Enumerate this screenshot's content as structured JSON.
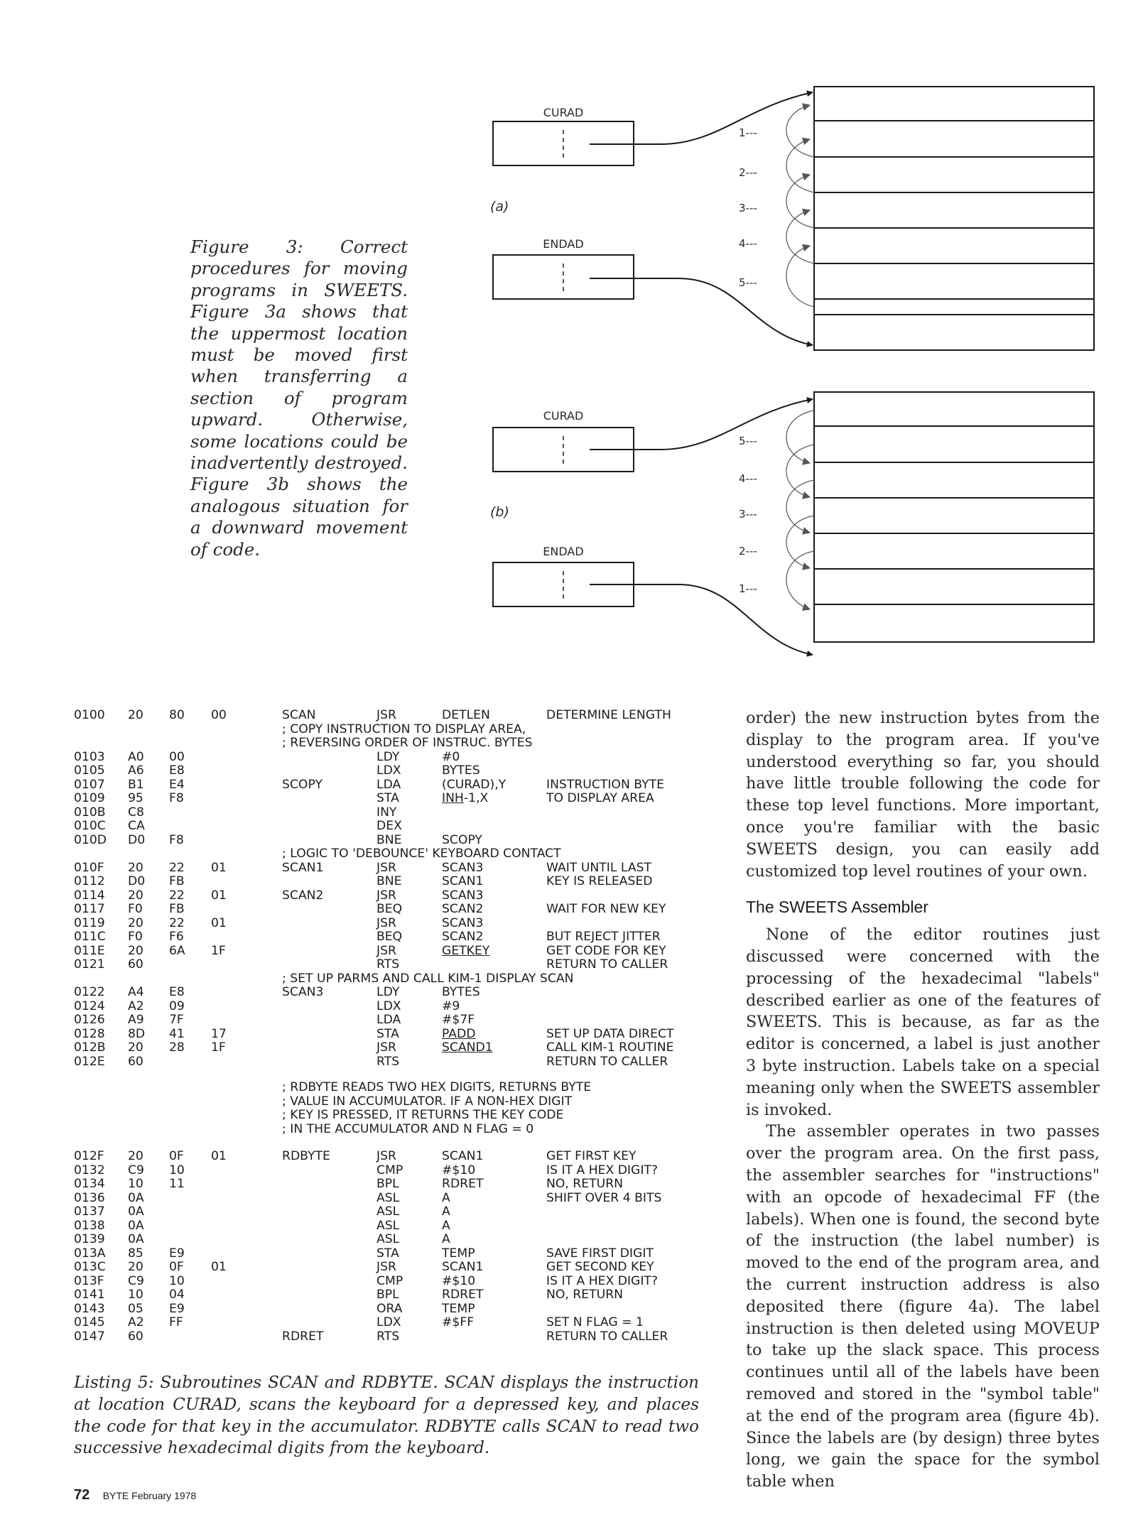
{
  "figure3": {
    "caption": "Figure 3: Correct procedures for moving programs in SWEETS. Figure 3a shows that the uppermost location must be moved first when transferring a section of program upward. Otherwise, some locations could be inadvertently destroyed. Figure 3b shows the analogous situation for a downward movement of code.",
    "panel_a": {
      "label": "(a)",
      "top_box_label": "CURAD",
      "bottom_box_label": "ENDAD",
      "step_labels": [
        "1---",
        "2---",
        "3---",
        "4---",
        "5---"
      ]
    },
    "panel_b": {
      "label": "(b)",
      "top_box_label": "CURAD",
      "bottom_box_label": "ENDAD",
      "step_labels": [
        "5---",
        "4---",
        "3---",
        "2---",
        "1---"
      ]
    }
  },
  "listing": {
    "rows": [
      {
        "addr": "0100",
        "b1": "20",
        "b2": "80",
        "b3": "00",
        "label": "SCAN",
        "op": "JSR",
        "operand": "DETLEN",
        "comment": "DETERMINE LENGTH"
      },
      {
        "full": "; COPY INSTRUCTION TO DISPLAY AREA,"
      },
      {
        "full": "; REVERSING ORDER OF INSTRUC. BYTES"
      },
      {
        "addr": "0103",
        "b1": "A0",
        "b2": "00",
        "op": "LDY",
        "operand": "#0"
      },
      {
        "addr": "0105",
        "b1": "A6",
        "b2": "E8",
        "op": "LDX",
        "operand": "BYTES"
      },
      {
        "addr": "0107",
        "b1": "B1",
        "b2": "E4",
        "label": "SCOPY",
        "op": "LDA",
        "operand": "(CURAD),Y",
        "comment": "INSTRUCTION BYTE"
      },
      {
        "addr": "0109",
        "b1": "95",
        "b2": "F8",
        "op": "STA",
        "operand": "INH-1,X",
        "operand_u": "INH",
        "operand_rest": "-1,X",
        "comment": "TO DISPLAY AREA"
      },
      {
        "addr": "010B",
        "b1": "C8",
        "op": "INY"
      },
      {
        "addr": "010C",
        "b1": "CA",
        "op": "DEX"
      },
      {
        "addr": "010D",
        "b1": "D0",
        "b2": "F8",
        "op": "BNE",
        "operand": "SCOPY"
      },
      {
        "full": "; LOGIC TO 'DEBOUNCE' KEYBOARD CONTACT"
      },
      {
        "addr": "010F",
        "b1": "20",
        "b2": "22",
        "b3": "01",
        "label": "SCAN1",
        "op": "JSR",
        "operand": "SCAN3",
        "comment": "WAIT UNTIL LAST"
      },
      {
        "addr": "0112",
        "b1": "D0",
        "b2": "FB",
        "op": "BNE",
        "operand": "SCAN1",
        "comment": "KEY IS RELEASED"
      },
      {
        "addr": "0114",
        "b1": "20",
        "b2": "22",
        "b3": "01",
        "label": "SCAN2",
        "op": "JSR",
        "operand": "SCAN3"
      },
      {
        "addr": "0117",
        "b1": "F0",
        "b2": "FB",
        "op": "BEQ",
        "operand": "SCAN2",
        "comment": "WAIT FOR NEW KEY"
      },
      {
        "addr": "0119",
        "b1": "20",
        "b2": "22",
        "b3": "01",
        "op": "JSR",
        "operand": "SCAN3"
      },
      {
        "addr": "011C",
        "b1": "F0",
        "b2": "F6",
        "op": "BEQ",
        "operand": "SCAN2",
        "comment": "BUT REJECT JITTER"
      },
      {
        "addr": "011E",
        "b1": "20",
        "b2": "6A",
        "b3": "1F",
        "op": "JSR",
        "operand": "GETKEY",
        "underline": true,
        "comment": "GET CODE FOR KEY"
      },
      {
        "addr": "0121",
        "b1": "60",
        "op": "RTS",
        "comment": "RETURN TO CALLER"
      },
      {
        "full": "; SET UP PARMS AND CALL KIM-1 DISPLAY SCAN"
      },
      {
        "addr": "0122",
        "b1": "A4",
        "b2": "E8",
        "label": "SCAN3",
        "op": "LDY",
        "operand": "BYTES"
      },
      {
        "addr": "0124",
        "b1": "A2",
        "b2": "09",
        "op": "LDX",
        "operand": "#9"
      },
      {
        "addr": "0126",
        "b1": "A9",
        "b2": "7F",
        "op": "LDA",
        "operand": "#$7F"
      },
      {
        "addr": "0128",
        "b1": "8D",
        "b2": "41",
        "b3": "17",
        "op": "STA",
        "operand": "PADD",
        "underline": true,
        "comment": "SET UP DATA DIRECT"
      },
      {
        "addr": "012B",
        "b1": "20",
        "b2": "28",
        "b3": "1F",
        "op": "JSR",
        "operand": "SCAND1",
        "underline": true,
        "comment": "CALL KIM-1 ROUTINE"
      },
      {
        "addr": "012E",
        "b1": "60",
        "op": "RTS",
        "comment": "RETURN TO CALLER"
      },
      {
        "gap": true
      },
      {
        "full": "; RDBYTE READS TWO HEX DIGITS, RETURNS BYTE"
      },
      {
        "full": "; VALUE IN ACCUMULATOR.  IF A NON-HEX DIGIT"
      },
      {
        "full": "; KEY IS PRESSED, IT RETURNS THE KEY CODE"
      },
      {
        "full": "; IN THE ACCUMULATOR AND N FLAG = 0"
      },
      {
        "gap2": true
      },
      {
        "addr": "012F",
        "b1": "20",
        "b2": "0F",
        "b3": "01",
        "label": "RDBYTE",
        "op": "JSR",
        "operand": "SCAN1",
        "comment": "GET FIRST KEY"
      },
      {
        "addr": "0132",
        "b1": "C9",
        "b2": "10",
        "op": "CMP",
        "operand": "#$10",
        "comment": "IS IT A HEX DIGIT?"
      },
      {
        "addr": "0134",
        "b1": "10",
        "b2": "11",
        "op": "BPL",
        "operand": "RDRET",
        "comment": "NO, RETURN"
      },
      {
        "addr": "0136",
        "b1": "0A",
        "op": "ASL",
        "operand": "A",
        "comment": "SHIFT OVER 4 BITS"
      },
      {
        "addr": "0137",
        "b1": "0A",
        "op": "ASL",
        "operand": "A"
      },
      {
        "addr": "0138",
        "b1": "0A",
        "op": "ASL",
        "operand": "A"
      },
      {
        "addr": "0139",
        "b1": "0A",
        "op": "ASL",
        "operand": "A"
      },
      {
        "addr": "013A",
        "b1": "85",
        "b2": "E9",
        "op": "STA",
        "operand": "TEMP",
        "comment": "SAVE FIRST DIGIT"
      },
      {
        "addr": "013C",
        "b1": "20",
        "b2": "0F",
        "b3": "01",
        "op": "JSR",
        "operand": "SCAN1",
        "comment": "GET SECOND KEY"
      },
      {
        "addr": "013F",
        "b1": "C9",
        "b2": "10",
        "op": "CMP",
        "operand": "#$10",
        "comment": "IS IT A HEX DIGIT?"
      },
      {
        "addr": "0141",
        "b1": "10",
        "b2": "04",
        "op": "BPL",
        "operand": "RDRET",
        "comment": "NO, RETURN"
      },
      {
        "addr": "0143",
        "b1": "05",
        "b2": "E9",
        "op": "ORA",
        "operand": "TEMP"
      },
      {
        "addr": "0145",
        "b1": "A2",
        "b2": "FF",
        "op": "LDX",
        "operand": "#$FF",
        "comment": "SET N FLAG = 1"
      },
      {
        "addr": "0147",
        "b1": "60",
        "label": "RDRET",
        "op": "RTS",
        "comment": "RETURN TO CALLER"
      }
    ],
    "caption": "Listing 5: Subroutines SCAN and RDBYTE. SCAN displays the instruction at location CURAD, scans the keyboard for a depressed key, and places the code for that key in the accumulator. RDBYTE calls SCAN to read two successive hexadecimal digits from the keyboard."
  },
  "article": {
    "p1": "order) the new instruction bytes from the display to the program area. If you've understood everything so far, you should have little trouble following the code for these top level functions. More important, once you're familiar with the basic SWEETS design, you can easily add customized top level routines of your own.",
    "heading": "The SWEETS Assembler",
    "p2": "None of the editor routines just discussed were concerned with the processing of the hexadecimal \"labels\" described earlier as one of the features of SWEETS. This is because, as far as the editor is concerned, a label is just another 3 byte instruction. Labels take on a special meaning only when the SWEETS assembler is invoked.",
    "p3": "The assembler operates in two passes over the program area. On the first pass, the assembler searches for \"instructions\" with an opcode of hexadecimal FF (the labels). When one is found, the second byte of the instruction (the label number) is moved to the end of the program area, and the current instruction address is also deposited there (figure 4a). The label instruction is then deleted using MOVEUP to take up the slack space. This process continues until all of the labels have been removed and stored in the \"symbol table\" at the end of the program area (figure 4b). Since the labels are (by design) three bytes long, we gain the space for the symbol table when"
  },
  "footer": {
    "page_number": "72",
    "publication": "BYTE February 1978"
  }
}
